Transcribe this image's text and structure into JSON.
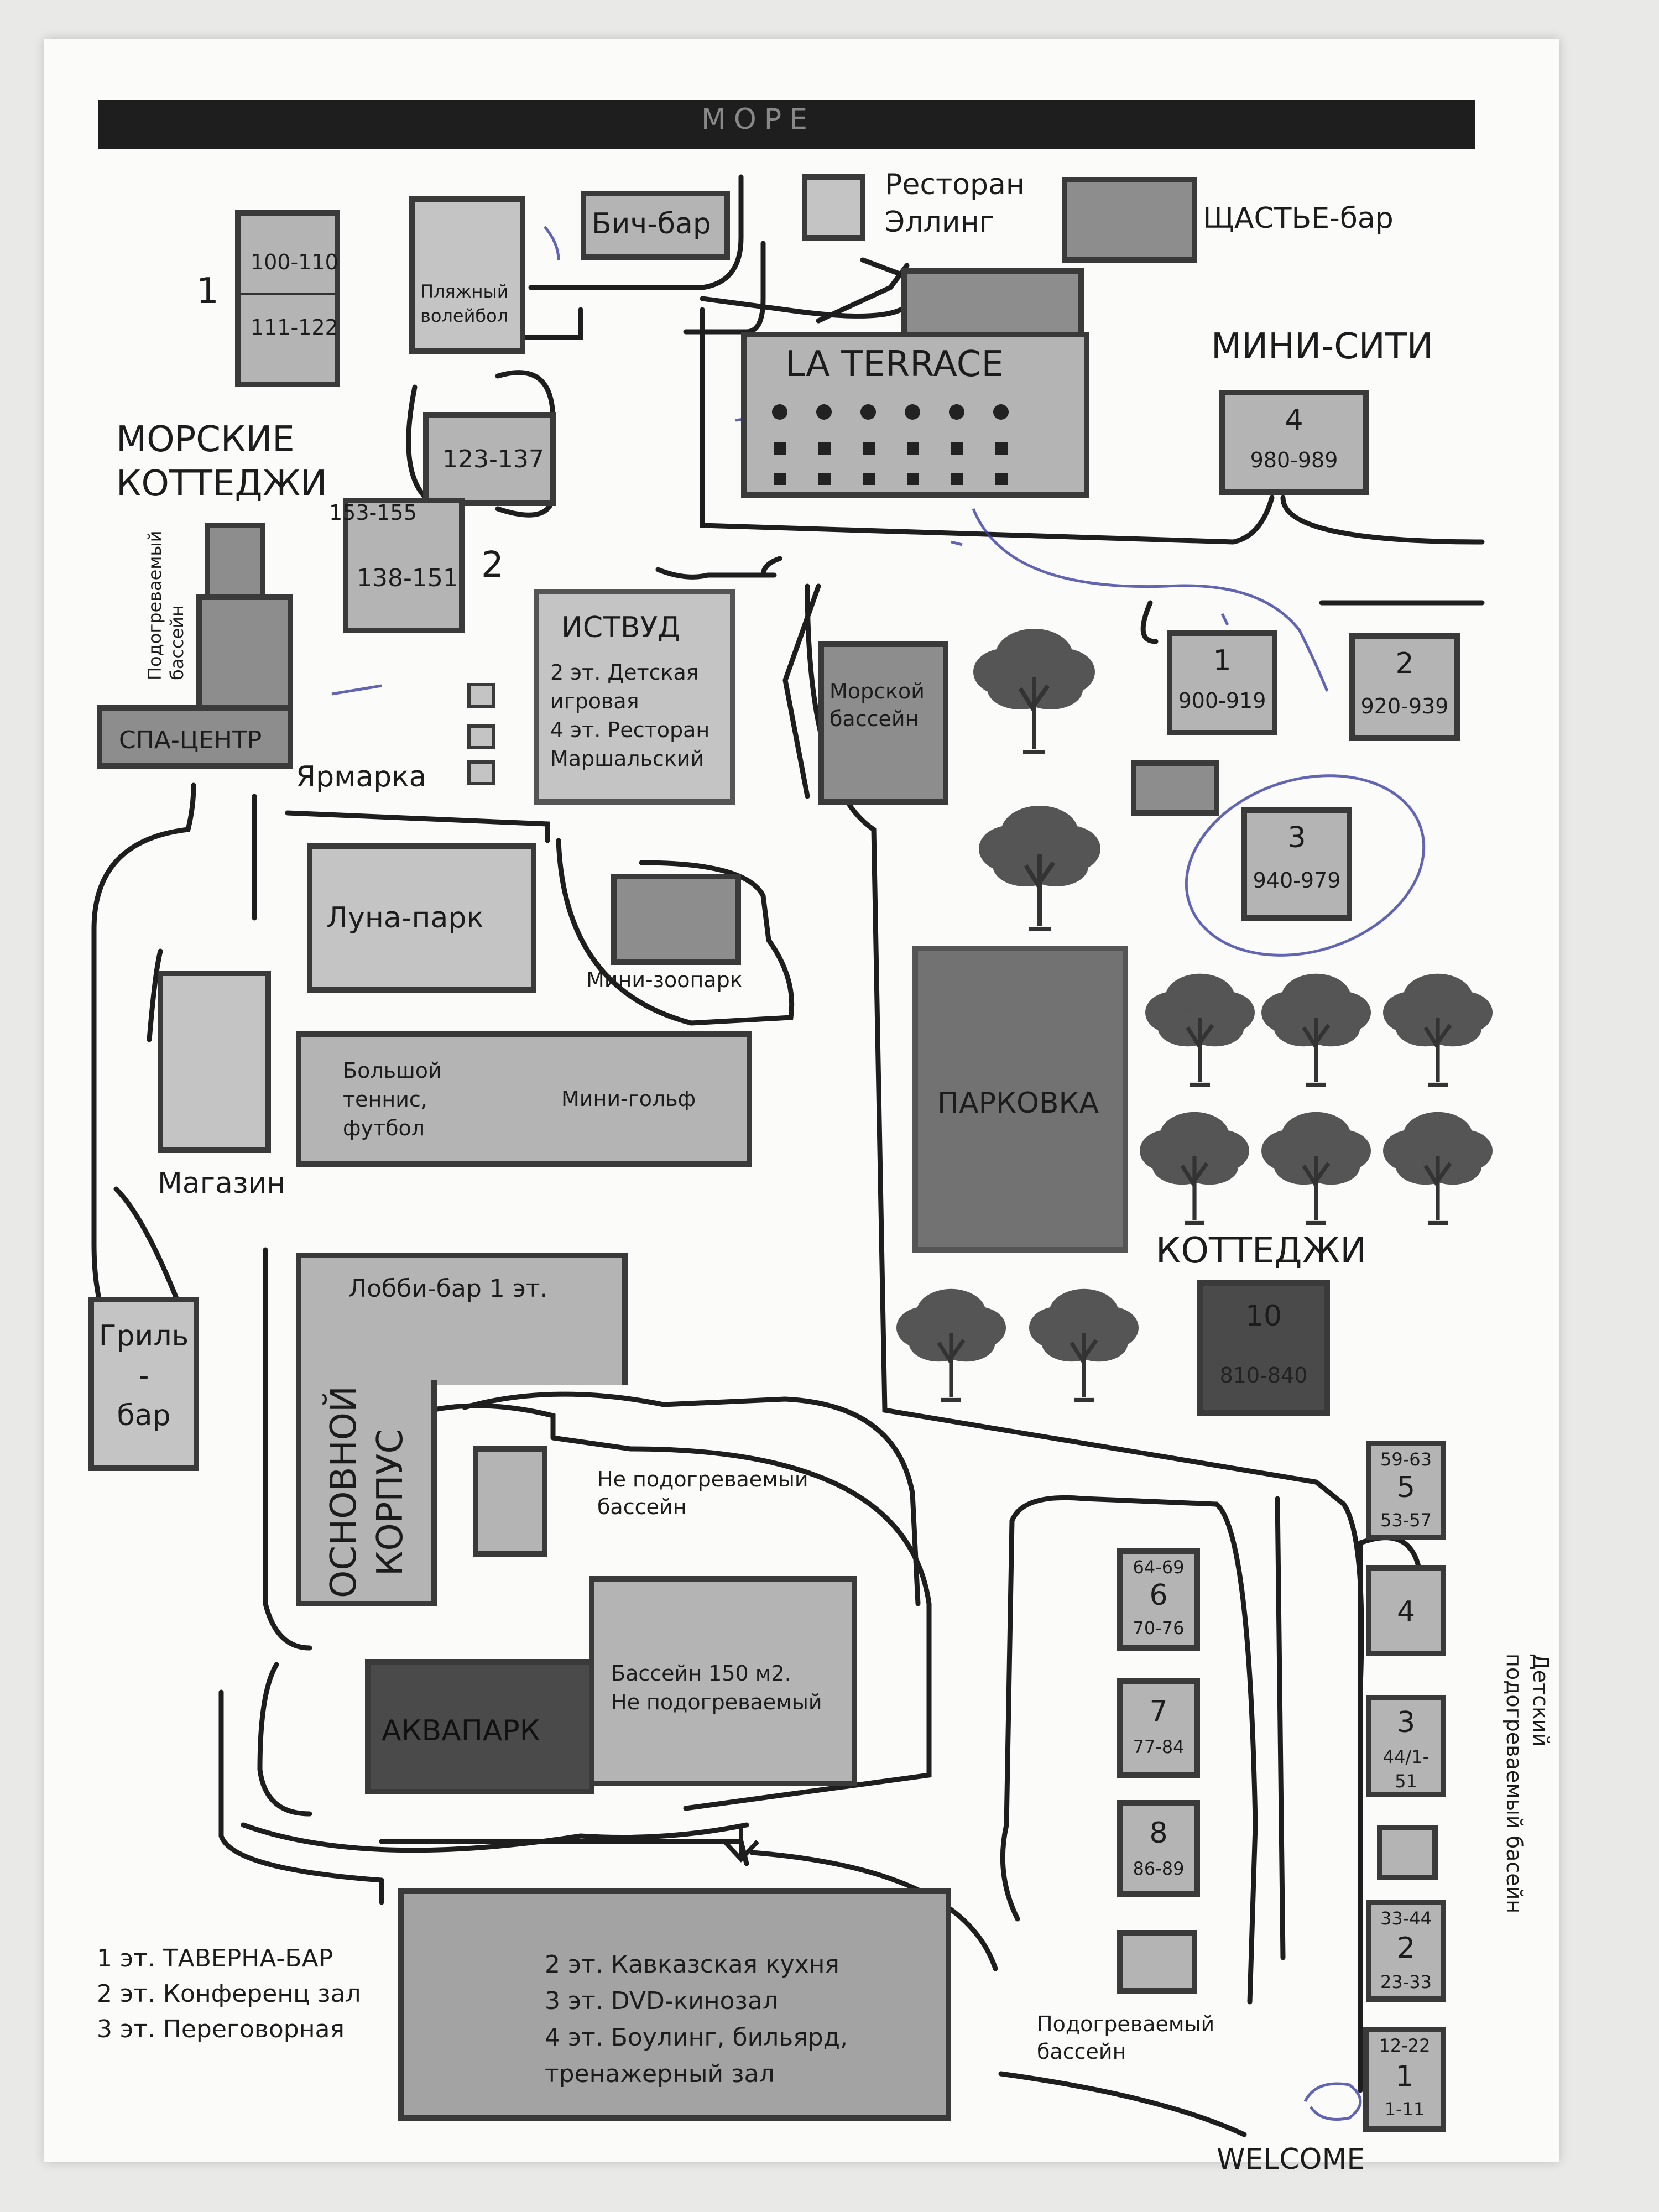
{
  "map": {
    "sea_label": "МОРЕ",
    "sea_cottages": {
      "title_line1": "МОРСКИЕ",
      "title_line2": "КОТТЕДЖИ",
      "group1_number": "1",
      "block_100_110": "100-110",
      "block_111_122": "111-122",
      "group2_number": "2",
      "block_123_137": "123-137",
      "block_138_151": "138-151",
      "block_153_155": "153-155"
    },
    "beach_volleyball_line1": "Пляжный",
    "beach_volleyball_line2": "волейбол",
    "beach_bar": "Бич-бар",
    "restaurant_line1": "Ресторан",
    "restaurant_line2": "Эллинг",
    "happiness_bar": "ЩАСТЬЕ-бар",
    "la_terrace": "LA TERRACE",
    "mini_city": {
      "title": "МИНИ-СИТИ",
      "b4_num": "4",
      "b4_range": "980-989",
      "b1_num": "1",
      "b1_range": "900-919",
      "b2_num": "2",
      "b2_range": "920-939",
      "b3_num": "3",
      "b3_range": "940-979"
    },
    "heated_pool_vertical": [
      "Подогреваемый",
      "бассейн"
    ],
    "spa_center": "СПА-ЦЕНТР",
    "fair": "Ярмарка",
    "eastwood": {
      "title": "ИСТВУД",
      "line1": "2 эт. Детская",
      "line2": "игровая",
      "line3": "4 эт. Ресторан",
      "line4": "Маршальский"
    },
    "sea_pool_line1": "Морской",
    "sea_pool_line2": "бассейн",
    "luna_park": "Луна-парк",
    "mini_zoo": "Мини-зоопарк",
    "tennis_line1": "Большой",
    "tennis_line2": "теннис,",
    "tennis_line3": "футбол",
    "mini_golf": "Мини-гольф",
    "shop": "Магазин",
    "parking": "ПАРКОВКА",
    "cottages": {
      "title": "КОТТЕДЖИ",
      "b10_num": "10",
      "b10_range": "810-840",
      "b5_top": "59-63",
      "b5_num": "5",
      "b5_bottom": "53-57",
      "b4_num": "4",
      "b3_num": "3",
      "b3_range_line1": "44/1-",
      "b3_range_line2": "51",
      "b2_top": "33-44",
      "b2_num": "2",
      "b2_bottom": "23-33",
      "b1_top": "12-22",
      "b1_num": "1",
      "b1_bottom": "1-11",
      "b6_top": "64-69",
      "b6_num": "6",
      "b6_bottom": "70-76",
      "b7_num": "7",
      "b7_range": "77-84",
      "b8_num": "8",
      "b8_range": "86-89"
    },
    "lobby_bar": "Лобби-бар 1 эт.",
    "grill_bar_line1": "Гриль",
    "grill_bar_line2": "-",
    "grill_bar_line3": "бар",
    "main_building_line1": "ОСНОВНОЙ",
    "main_building_line2": "КОРПУС",
    "unheated_pool_line1": "Не подогреваемый",
    "unheated_pool_line2": "бассейн",
    "aquapark": "АКВАПАРК",
    "pool150_line1": "Бассейн 150 м2.",
    "pool150_line2": "Не  подогреваемый",
    "tavern_legend": [
      "1 эт. ТАВЕРНА-БАР",
      "2 эт. Конференц зал",
      "3 эт. Переговорная"
    ],
    "entertainment": [
      "2 эт. Кавказская кухня",
      "3 эт. DVD-кинозал",
      "4 эт. Боулинг, бильярд,",
      "тренажерный зал"
    ],
    "heated_pool_line1": "Подогреваемый",
    "heated_pool_line2": "бассейн",
    "kids_pool_vertical": [
      "Детский",
      "подогреваемый басейн"
    ],
    "welcome": "WELCOME"
  }
}
